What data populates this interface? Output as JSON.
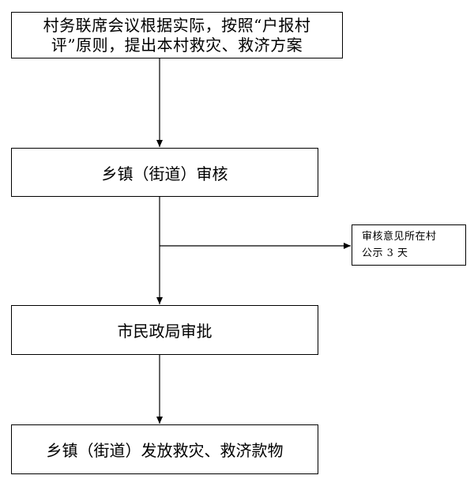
{
  "flowchart": {
    "step1": {
      "line1": "村务联席会议根据实际，按照“户报村",
      "line2": "评”原则，提出本村救灾、救济方案"
    },
    "step2": {
      "label": "乡镇（街道）审核"
    },
    "step3": {
      "label": "市民政局审批"
    },
    "step4": {
      "label": "乡镇（街道）发放救灾、救济款物"
    },
    "side_note": {
      "line1": "审核意见所在村",
      "line2": "公示 3 天"
    }
  }
}
